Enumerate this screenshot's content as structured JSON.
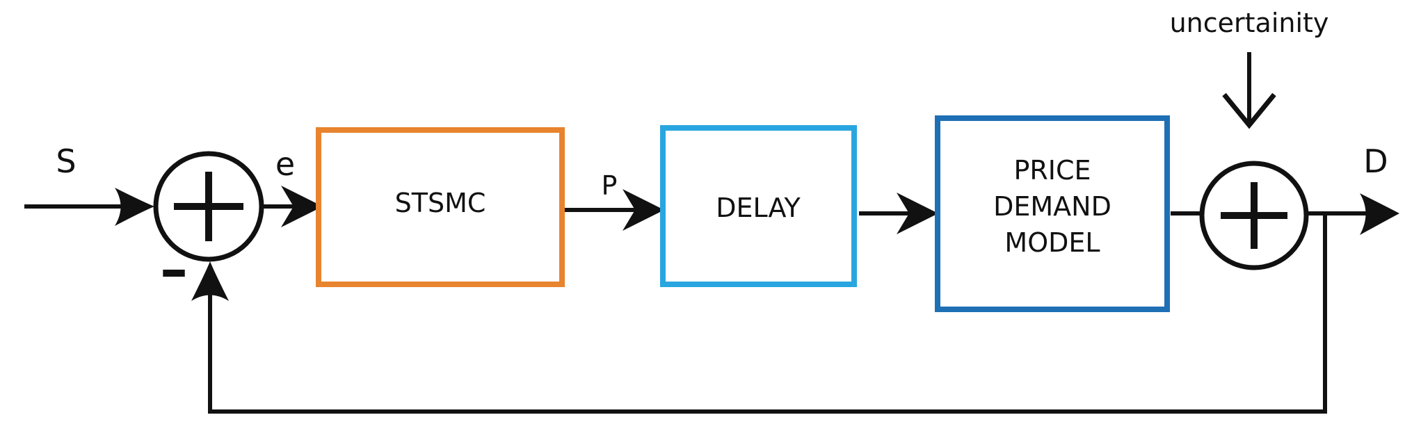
{
  "blocks": {
    "stsmc": {
      "label": "STSMC",
      "color": "#E8832E"
    },
    "delay": {
      "label": "DELAY",
      "color": "#29A6E0"
    },
    "model": {
      "lines": [
        "PRICE",
        "DEMAND",
        "MODEL"
      ],
      "color": "#1F6FB5"
    }
  },
  "signals": {
    "s": "S",
    "e": "e",
    "p": "P",
    "d": "D",
    "uncertainty": "uncertainity",
    "minus_sign": "–"
  },
  "summing_junctions": {
    "sum1": "+",
    "sum2": "+"
  }
}
